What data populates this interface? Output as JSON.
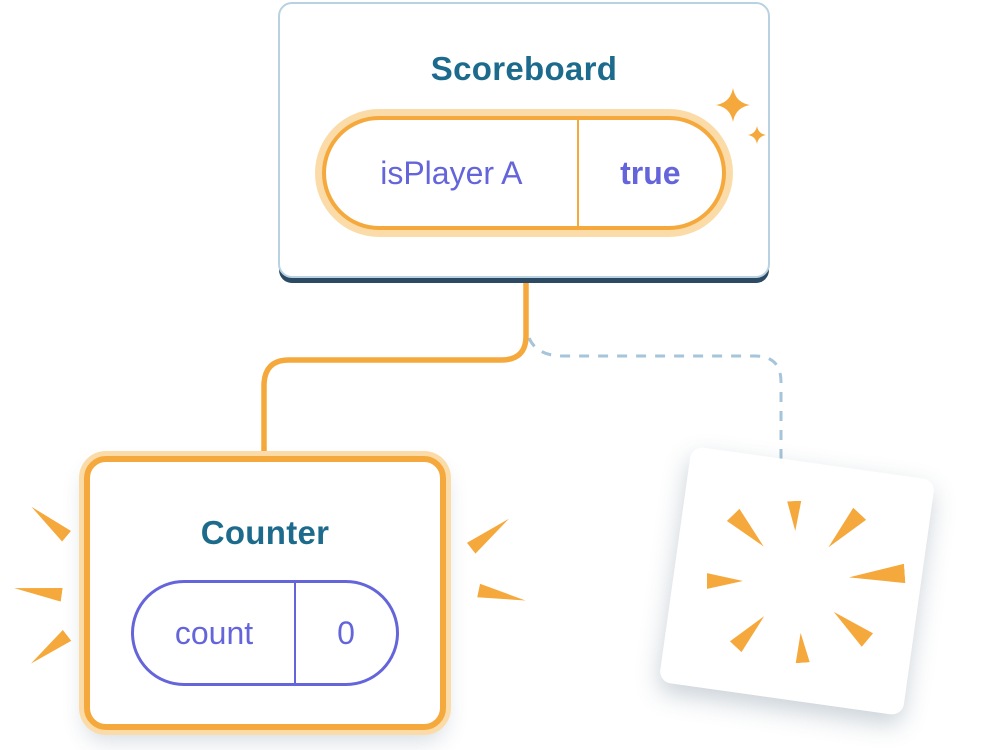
{
  "diagram": {
    "scoreboard": {
      "title": "Scoreboard",
      "prop": {
        "name": "isPlayer A",
        "value": "true"
      }
    },
    "counter": {
      "title": "Counter",
      "state": {
        "name": "count",
        "value": "0"
      }
    }
  },
  "icons": {
    "sparkles-icon": "two four-point stars ✦",
    "burst-mark-icon": "orange tapered emphasis dash",
    "poof-burst-icon": "radial orange wedges (destroyed component)"
  },
  "colors": {
    "orange": "#F5A93C",
    "orange_glow": "#FBDCA8",
    "purple": "#6565DB",
    "title_blue": "#1C6B8D",
    "card_border": "#B9D2E2",
    "card_shadow": "#2C4A63",
    "dashed_blue": "#A6C4DA",
    "background": "#FFFFFF"
  }
}
